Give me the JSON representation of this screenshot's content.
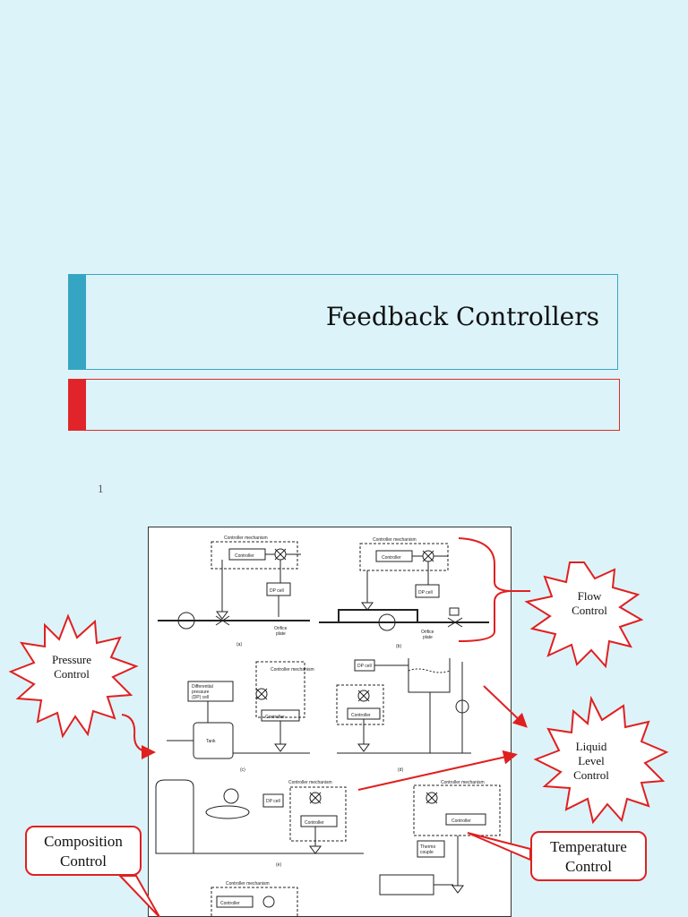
{
  "slide": {
    "title": "Feedback Controllers",
    "page_number": "1"
  },
  "callouts": {
    "flow": [
      "Flow",
      "Control"
    ],
    "pressure": [
      "Pressure",
      "Control"
    ],
    "level": [
      "Liquid",
      "Level",
      "Control"
    ],
    "composition": [
      "Composition",
      "Control"
    ],
    "temperature": [
      "Temperature",
      "Control"
    ]
  },
  "diagram_labels": {
    "controller_mechanism": "Controller mechanism",
    "controller": "Controller",
    "dp_cell": "DP cell",
    "orifice_plate": [
      "Orifice",
      "plate"
    ],
    "differential_pressure_cell": [
      "Differential",
      "pressure",
      "(DP) cell"
    ],
    "tank": "Tank",
    "thermocouple": [
      "Thermo",
      "couple"
    ],
    "panel_a": "(a)",
    "panel_b": "(b)",
    "panel_c": "(c)",
    "panel_d": "(d)",
    "panel_e": "(e)"
  },
  "colors": {
    "background": "#dcf3f9",
    "accent_blue": "#35a5c3",
    "accent_red": "#e0242a",
    "callout_border": "#e02020"
  }
}
